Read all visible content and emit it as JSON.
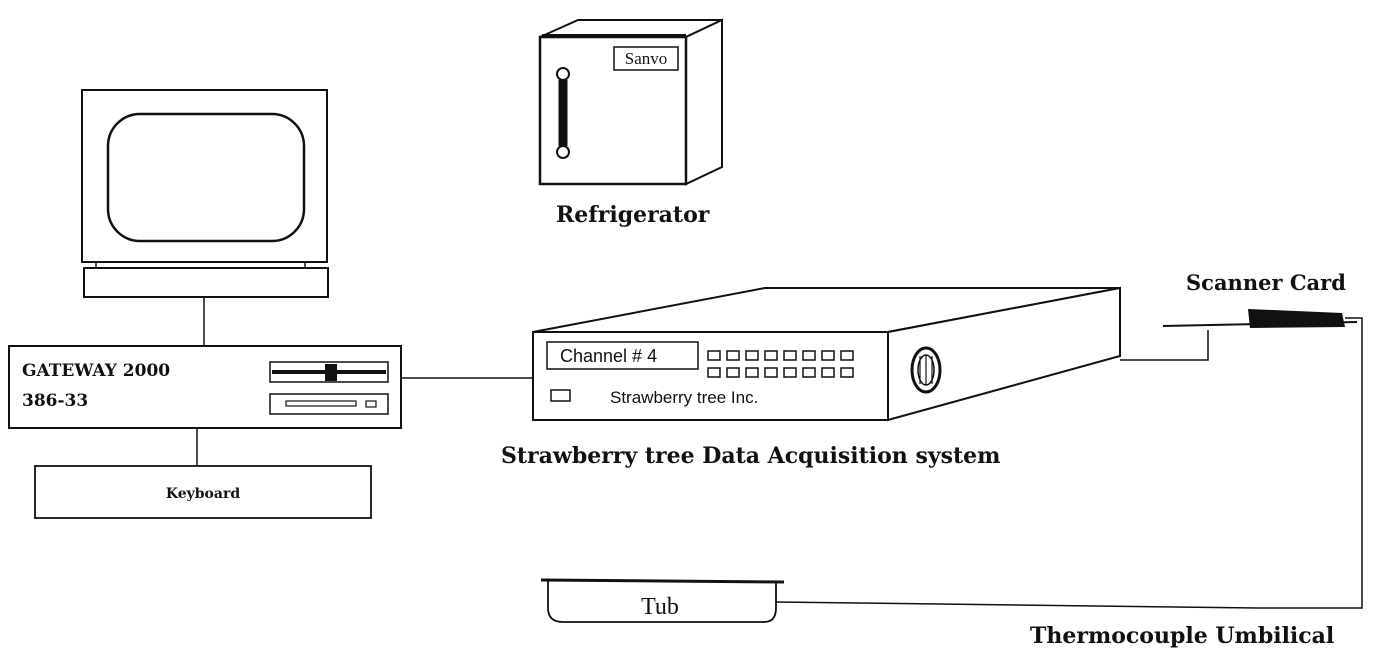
{
  "refrigerator": {
    "brand_label": "Sanvo",
    "caption": "Refrigerator"
  },
  "computer": {
    "model_line1": "GATEWAY 2000",
    "model_line2": "386-33",
    "keyboard_label": "Keyboard"
  },
  "daq": {
    "display_text": "Channel # 4",
    "maker_text": "Strawberry tree Inc.",
    "caption": "Strawberry tree Data Acquisition system"
  },
  "scanner": {
    "caption": "Scanner Card"
  },
  "tub": {
    "label": "Tub"
  },
  "umbilical": {
    "caption": "Thermocouple Umbilical"
  }
}
